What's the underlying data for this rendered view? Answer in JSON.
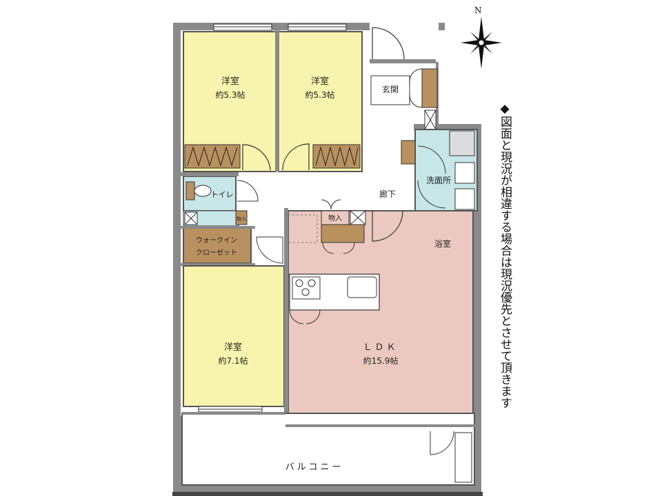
{
  "rooms": {
    "western_room_1": {
      "name": "洋室",
      "size": "約5.3帖"
    },
    "western_room_2": {
      "name": "洋室",
      "size": "約5.3帖"
    },
    "western_room_3": {
      "name": "洋室",
      "size": "約7.1帖"
    },
    "ldk": {
      "name": "ＬＤＫ",
      "size": "約15.9帖"
    },
    "entrance": {
      "name": "玄関"
    },
    "hallway": {
      "name": "廊下"
    },
    "toilet": {
      "name": "トイレ"
    },
    "washroom": {
      "name": "洗面所"
    },
    "bathroom": {
      "name": "浴室"
    },
    "storage": {
      "name": "物入"
    },
    "storage_small": {
      "name": "物入"
    },
    "walk_in_closet": {
      "line1": "ウォークイン",
      "line2": "クローゼット"
    },
    "balcony": {
      "name": "バルコニー"
    }
  },
  "compass": {
    "label": "N"
  },
  "note": "◆図面と現況が相違する場合は現況優先とさせて頂きます",
  "colors": {
    "western_room": "#f8f4ad",
    "ldk": "#ebc9c0",
    "wet_area": "#c7e6e8",
    "closet": "#b8915f",
    "wall": "#7a7a7a",
    "floor_white": "#ffffff"
  }
}
